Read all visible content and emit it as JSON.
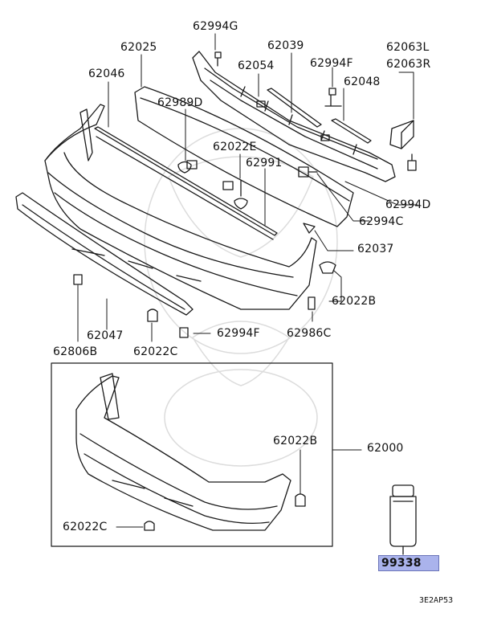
{
  "diagram": {
    "labels": {
      "p62994G": "62994G",
      "p62039": "62039",
      "p62025": "62025",
      "p62063L": "62063L",
      "p62063R": "62063R",
      "p62054": "62054",
      "p62994F_top": "62994F",
      "p62046": "62046",
      "p62048": "62048",
      "p62989D": "62989D",
      "p62022E": "62022E",
      "p62991": "62991",
      "p62994D": "62994D",
      "p62994C": "62994C",
      "p62037": "62037",
      "p62022B_top": "62022B",
      "p62986C": "62986C",
      "p62047": "62047",
      "p62994F_bottom": "62994F",
      "p62806B": "62806B",
      "p62022C_top": "62022C",
      "p62022B_box": "62022B",
      "p62000": "62000",
      "p62022C_box": "62022C",
      "p99338": "99338"
    },
    "highlight_color": "#aab3ec",
    "drawing_code": "3E2AP53"
  }
}
